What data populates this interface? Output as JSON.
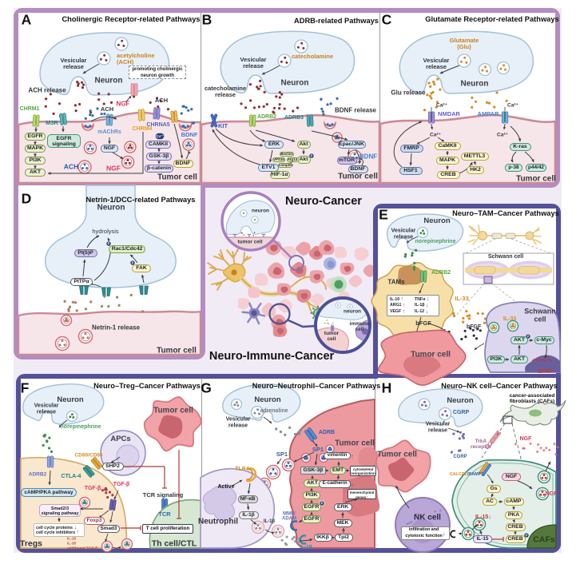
{
  "figure": {
    "glyphs": {
      "up": "↑",
      "down": "↓",
      "p": "P"
    },
    "panels": {
      "A": {
        "letter": "A",
        "title": "Cholinergic Receptor-related Pathways",
        "labels": {
          "vesicular_release": "Vesicular\nrelease",
          "neuron": "Neuron",
          "acetylcholine": "acetylcholine\n(ACH)",
          "promoting": "promoting cholinergic\nneuron growth",
          "ach_release": "ACH release",
          "ach_mid": "ACH",
          "ngf_top": "NGF",
          "ach_right": "ACH",
          "chrm1": "CHRM1",
          "m3r": "M3R",
          "machrs": "mAChRs",
          "chrm4": "CHRM4",
          "chrna5": "CHRNA5",
          "bdnf_blue": "BDNF",
          "egfr": "EGFR",
          "mapk": "MAPK",
          "pi3k": "PI3K",
          "akt": "AKT",
          "egfr_signaling": "EGFR\nsignaling",
          "ngf_pill": "NGF",
          "ach_blue": "ACH",
          "ngf_red": "NGF",
          "ca2": "Ca²⁺",
          "camkii": "CAMKII",
          "gsk3b": "GSK-3β",
          "bcatenin": "β-catenin",
          "bdnf_pill": "BDNF",
          "tumor_cell": "Tumor cell"
        }
      },
      "B": {
        "letter": "B",
        "title": "ADRB-related Pathways",
        "labels": {
          "vesicular_release": "Vesicular\nrelease",
          "neuron": "Neuron",
          "catecholamine": "catecholamine",
          "catecholamine_release": "catecholamine\nrelease",
          "bdnf_release": "BDNF release",
          "kit": "KIT",
          "adrb2": "ADRB2",
          "adrb3": "ADRB3",
          "erk": "ERK",
          "etv1": "ETV1",
          "akt1": "Akt",
          "akt2": "Akt",
          "beclin1": "Beclin1",
          "vps34": "VPS34",
          "atg14": "Atg14",
          "complex": "complex",
          "hif1a": "HIF-1α",
          "epacjnk": "Epac/JNK",
          "mtor": "mTOR",
          "bdnf_pill": "BDNF",
          "bdnf_text": "BDNF",
          "tumor_cell": "Tumor cell"
        }
      },
      "C": {
        "letter": "C",
        "title": "Glutamate Receptor-related Pathways",
        "labels": {
          "glutamate": "Glutamate\n(Glu)",
          "vesicular_release": "Vesicular\nrelease",
          "neuron": "Neuron",
          "glu_release": "Glu release",
          "ca_l": "Ca²⁺",
          "ca_r": "Ca²⁺",
          "ca_bl": "Ca²⁺",
          "ca_br": "Ca²⁺",
          "nmdar": "NMDAR",
          "ampar": "AMPAR",
          "fmrp": "FMRP",
          "hsf1": "HSF1",
          "camkii": "CaMKII",
          "mapk": "MAPK",
          "creb": "CREB",
          "mettl3": "METTL3",
          "hk2": "HK2",
          "kras": "K-ras",
          "p38": "p-38",
          "p4442": "p44/42",
          "tumor_cell": "Tumor cell"
        }
      },
      "D": {
        "letter": "D",
        "title": "Netrin-1/DCC-related Pathways",
        "labels": {
          "neuron": "Neuron",
          "hydrolysis": "hydrolysis",
          "pi5p": "PI(5)P",
          "rac1": "Rac1/Cdc42",
          "fak": "FAK",
          "pitpa": "PITPα",
          "netrin_release": "Netrin-1 release",
          "tumor_cell": "Tumor cell"
        }
      },
      "center": {
        "labels": {
          "neuro_cancer": "Neuro-Cancer",
          "neuro_immune_cancer": "Neuro-Immune-Cancer",
          "inset1_neuron": "neuron",
          "inset1_tumor": "tumor cell",
          "inset2_neuron": "neuron",
          "inset2_immune": "immune\ncell",
          "inset2_tumor": "tumor\ncell"
        }
      },
      "E": {
        "letter": "E",
        "title": "Neuro–TAM–Cancer Pathways",
        "labels": {
          "neuron": "Neuron",
          "vesicular_release": "Vesicular\nrelease",
          "norepinephrine": "norepinephrine",
          "tams": "TAMs",
          "adrb2": "ADRB2",
          "il33_a": "IL-33",
          "bfgf1": "bFGF",
          "bfgf2": "bFGF",
          "schwann_box": "Schwann cell",
          "schwann_cell": "Schwann\ncell",
          "il33_b": "IL-33",
          "akt1": "AKT",
          "cmyc": "c-Myc",
          "pi3k": "PI3K",
          "akt2": "AKT",
          "gfap": "GFAP",
          "tumor_cell": "Tumor cell"
        },
        "cytokines": [
          {
            "n": "IL-10",
            "d": "up"
          },
          {
            "n": "ARG1",
            "d": "up"
          },
          {
            "n": "VEGF",
            "d": "up"
          },
          {
            "n": "TNFα",
            "d": "down"
          },
          {
            "n": "IL-1β",
            "d": "down"
          },
          {
            "n": "IL-12",
            "d": "down"
          }
        ]
      },
      "F": {
        "letter": "F",
        "title": "Neuro–Treg–Cancer Pathways",
        "labels": {
          "neuron": "Neuron",
          "vesicular_release": "Vesicular\nrelease",
          "norepinephrine": "norepinephrine",
          "adrb2": "ADRB2",
          "camp_pka": "cAMP/PKA pathway",
          "apcs": "APCs",
          "cd80": "CD80/CD86",
          "ctla4": "CTLA-4",
          "shp2": "SHP2",
          "tumor_cell": "Tumor cell",
          "tgfb1": "TGF-β",
          "tgfb2": "TGF-β",
          "smad23": "Smad2/3\nsignaling pathway",
          "foxp3": "Foxp3",
          "smad3": "Smad3",
          "cc1": "cell cycle proteins",
          "cc2": "cell cycle inhibitors",
          "il_list": "IL-10\nIL-35\nadditional TGF-β",
          "tcr_sig": "TCR signaling",
          "tcr": "TCR",
          "tprolif": "T cell proliferation",
          "th": "Th cell/CTL",
          "tregs": "Tregs"
        }
      },
      "G": {
        "letter": "G",
        "title": "Neuro–Neutrophil–Cancer Pathways",
        "labels": {
          "neuron": "Neuron",
          "adrenaline": "adrenaline",
          "vesicular_release": "Vesicular\nrelease",
          "adrb": "ADRB",
          "tumor_cell": "Tumor cell",
          "sp1a": "SP1",
          "sp1b": "SP1",
          "vimentin": "vimentin",
          "gsk3b": "GSK-3β",
          "emt": "EMT",
          "cytoskel": "cytoskeletal\nreorganization",
          "akt": "AKT",
          "ecadherin": "E-cadherin",
          "pi3k": "PI3K",
          "egfr1": "EGFR",
          "egfr2": "EGFR",
          "mesgenes": "mesenchymal\ngenes",
          "erk": "ERK",
          "mek": "MEK",
          "tpl2": "Tpl2",
          "ikkb": "IKKβ",
          "tlr4": "TLR4",
          "active": "Active",
          "nfkb": "NF-κB",
          "il1b_pill": "IL-1β",
          "il1b_text": "IL-1β",
          "mmp": "MMP/\nADAM",
          "il1r": "IL-1R",
          "neutrophil": "Neutrophil"
        }
      },
      "H": {
        "letter": "H",
        "title": "Neuro–NK cell–Cancer Pathways",
        "labels": {
          "neuron": "Neuron",
          "cgrp1": "CGRP",
          "vesicular_release": "Vesicular\nrelease",
          "cafs_full": "cancer-associated\nfibroblasts (CAFs)",
          "trka": "TrkA\nreceptor",
          "ngf1": "NGF",
          "cgrp2": "CGRP",
          "calcrl": "CALCRL",
          "ramp1": "/RAMP1",
          "tumor_cell": "Tumor cell",
          "nk": "NK cell",
          "infiltration": "infiltration and\ncytotoxic function",
          "gs": "Gs",
          "ngf_pill": "NGF",
          "ac": "AC",
          "camp": "cAMP",
          "pka": "PKA",
          "creb1": "CREB",
          "creb2": "CREB",
          "il15_pill": "IL-15",
          "il15_red": "IL-15",
          "ngf2": "NGF",
          "cafs": "CAFs"
        }
      }
    }
  }
}
